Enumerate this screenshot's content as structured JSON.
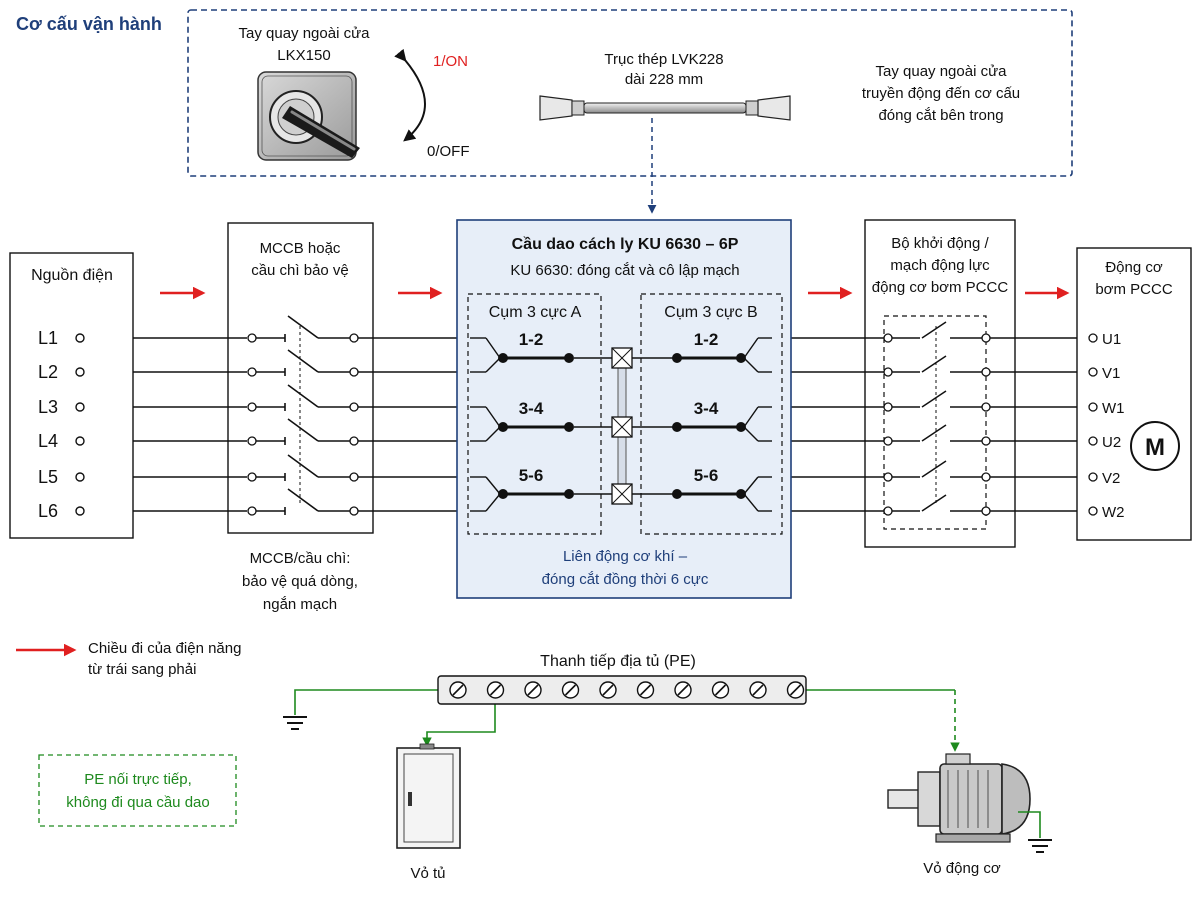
{
  "operating_mechanism": {
    "title": "Cơ cấu vận hành",
    "handle_label_1": "Tay quay ngoài cửa",
    "handle_label_2": "LKX150",
    "on_label": "1/ON",
    "off_label": "0/OFF",
    "shaft_label_1": "Trục thép LVK228",
    "shaft_label_2": "dài 228 mm",
    "note_1": "Tay quay ngoài cửa",
    "note_2": "truyền động đến cơ cấu",
    "note_3": "đóng cắt bên trong"
  },
  "source": {
    "title": "Nguồn điện",
    "lines": [
      "L1",
      "L2",
      "L3",
      "L4",
      "L5",
      "L6"
    ]
  },
  "mccb": {
    "title_1": "MCCB hoặc",
    "title_2": "cầu chì bảo vệ",
    "caption_1": "MCCB/cầu chì:",
    "caption_2": "bảo vệ quá dòng,",
    "caption_3": "ngắn mạch"
  },
  "isolator": {
    "title": "Cầu dao cách ly KU 6630 – 6P",
    "subtitle": "KU 6630: đóng cắt và cô lập mạch",
    "group_a": "Cụm 3 cực A",
    "group_b": "Cụm 3 cực B",
    "pole_labels": [
      "1-2",
      "3-4",
      "5-6"
    ],
    "interlock_1": "Liên động cơ khí –",
    "interlock_2": "đóng cắt đồng thời 6 cực"
  },
  "starter": {
    "title_1": "Bộ khởi động /",
    "title_2": "mạch động lực",
    "title_3": "động cơ bơm PCCC"
  },
  "motor": {
    "title_1": "Động cơ",
    "title_2": "bơm PCCC",
    "terminals": [
      "U1",
      "V1",
      "W1",
      "U2",
      "V2",
      "W2"
    ],
    "symbol": "M"
  },
  "legend": {
    "arrow_text_1": "Chiều đi của điện năng",
    "arrow_text_2": "từ trái sang phải"
  },
  "earthing": {
    "busbar_title": "Thanh tiếp địa tủ (PE)",
    "cabinet_label": "Vỏ tủ",
    "motor_label": "Vỏ động cơ",
    "note_1": "PE nối trực tiếp,",
    "note_2": "không đi qua cầu dao"
  },
  "colors": {
    "accent_blue": "#1f3f7a",
    "arrow_red": "#e02020",
    "earth_green": "#1e8a1e",
    "isolator_fill": "#e7eef8"
  }
}
